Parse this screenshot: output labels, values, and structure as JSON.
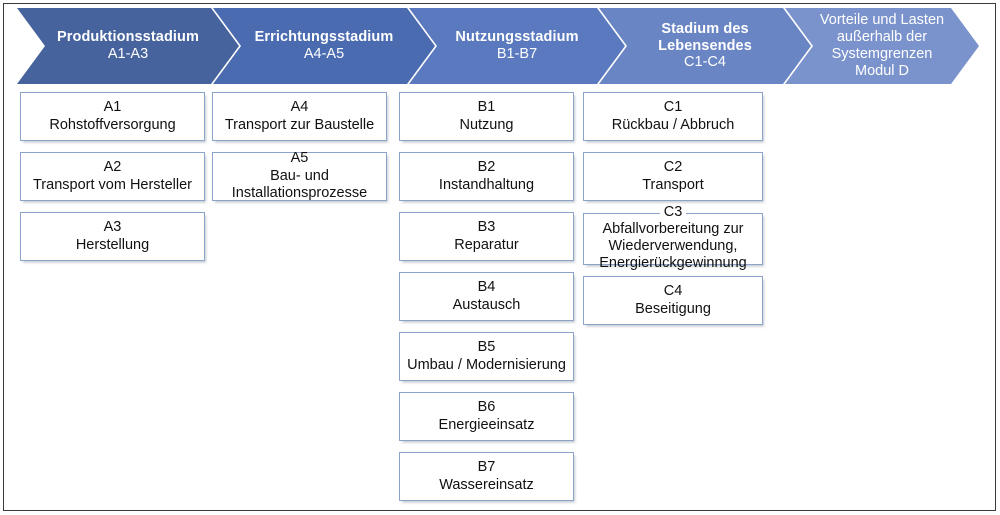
{
  "diagram": {
    "title": "Lebenszyklusmodule nach EN 15978",
    "accent_dark": "#46639E",
    "accent_light": "#7B93CC",
    "box_border": "#8CA4C9",
    "frame_border": "#3A3A3A",
    "background": "#FFFFFF"
  },
  "stages": [
    {
      "id": "stage-a1-a3",
      "title": "Produktionsstadium",
      "modules": "A1-A3",
      "color": "#46639E",
      "bold": true,
      "lines": [
        "Produktionsstadium",
        "A1-A3"
      ]
    },
    {
      "id": "stage-a4-a5",
      "title": "Errichtungsstadium",
      "modules": "A4-A5",
      "color": "#4A6BB0",
      "bold": true,
      "lines": [
        "Errichtungsstadium",
        "A4-A5"
      ]
    },
    {
      "id": "stage-b1-b7",
      "title": "Nutzungsstadium",
      "modules": "B1-B7",
      "color": "#5A79BE",
      "bold": true,
      "lines": [
        "Nutzungsstadium",
        "B1-B7"
      ]
    },
    {
      "id": "stage-c1-c4",
      "title": "Stadium des Lebensendes",
      "modules": "C1-C4",
      "color": "#6A85C4",
      "bold": true,
      "lines": [
        "Stadium des",
        "Lebensendes",
        "C1-C4"
      ]
    },
    {
      "id": "stage-modul-d",
      "title": "Vorteile und Lasten außerhalb der Systemgrenzen",
      "modules": "Modul D",
      "color": "#7B93CC",
      "bold": false,
      "lines": [
        "Vorteile und Lasten",
        "außerhalb der",
        "Systemgrenzen",
        "Modul D"
      ]
    }
  ],
  "columns": [
    {
      "id": "column-a1-a3",
      "stage": "Produktionsstadium",
      "modules": [
        {
          "code": "A1",
          "name": "Rohstoffversorgung"
        },
        {
          "code": "A2",
          "name": "Transport vom Hersteller"
        },
        {
          "code": "A3",
          "name": "Herstellung"
        }
      ]
    },
    {
      "id": "column-a4-a5",
      "stage": "Errichtungsstadium",
      "modules": [
        {
          "code": "A4",
          "name": "Transport zur Baustelle"
        },
        {
          "code": "A5",
          "name": "Bau- und\nInstallationsprozesse"
        }
      ]
    },
    {
      "id": "column-b1-b7",
      "stage": "Nutzungsstadium",
      "modules": [
        {
          "code": "B1",
          "name": "Nutzung"
        },
        {
          "code": "B2",
          "name": "Instandhaltung"
        },
        {
          "code": "B3",
          "name": "Reparatur"
        },
        {
          "code": "B4",
          "name": "Austausch"
        },
        {
          "code": "B5",
          "name": "Umbau / Modernisierung"
        },
        {
          "code": "B6",
          "name": "Energieeinsatz"
        },
        {
          "code": "B7",
          "name": "Wassereinsatz"
        }
      ]
    },
    {
      "id": "column-c1-c4",
      "stage": "Stadium des Lebensendes",
      "modules": [
        {
          "code": "C1",
          "name": "Rückbau / Abbruch"
        },
        {
          "code": "C2",
          "name": "Transport"
        },
        {
          "code": "C3",
          "name": "Abfallvorbereitung zur\nWiederverwendung,\nEnergierückgewinnung"
        },
        {
          "code": "C4",
          "name": "Beseitigung"
        }
      ]
    },
    {
      "id": "column-modul-d",
      "stage": "Vorteile und Lasten außerhalb der Systemgrenzen",
      "modules": []
    }
  ]
}
